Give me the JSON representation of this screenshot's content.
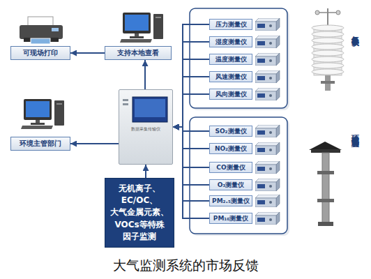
{
  "diagram": {
    "caption": "大气监测系统的市场反馈",
    "nodes": [
      {
        "text": [
          "可现场打印"
        ]
      },
      {
        "text": [
          "支持本地查看"
        ]
      },
      {
        "text": [
          "数据采集传输仪"
        ]
      },
      {
        "text": [
          "环境主管部门"
        ]
      },
      {
        "text": [
          "无机离子、 EC/OC、 大气金属元素、 VOCs等特殊 因子监测"
        ]
      },
      {
        "text": [
          "压力测量仪"
        ]
      },
      {
        "text": [
          "湿度测量仪"
        ]
      },
      {
        "text": [
          "温度测量仪"
        ]
      },
      {
        "text": [
          "风速测量仪"
        ]
      },
      {
        "text": [
          "风向测量仪"
        ]
      },
      {
        "text": [
          "SO₂测量仪"
        ]
      },
      {
        "text": [
          "NO₂测量仪"
        ]
      },
      {
        "text": [
          "CO测量仪"
        ]
      },
      {
        "text": [
          "O₃测量仪"
        ]
      },
      {
        "text": [
          "PM₂.₅测量仪"
        ]
      },
      {
        "text": [
          "PM₁₀测量仪"
        ]
      }
    ],
    "edges": [
      {
        "from": 1,
        "to": 0,
        "arrow": "to"
      },
      {
        "from": 2,
        "to": 1,
        "arrow": "to"
      },
      {
        "from": 2,
        "to": 3,
        "arrow": "to"
      },
      {
        "from": 4,
        "to": 2,
        "arrow": "to"
      },
      {
        "from": 5,
        "to": 2,
        "arrow": "to"
      },
      {
        "from": 6,
        "to": 2,
        "arrow": "to"
      },
      {
        "from": 7,
        "to": 2,
        "arrow": "to"
      },
      {
        "from": 8,
        "to": 2,
        "arrow": "to"
      },
      {
        "from": 9,
        "to": 2,
        "arrow": "to"
      },
      {
        "from": 10,
        "to": 2,
        "arrow": "to"
      },
      {
        "from": 11,
        "to": 2,
        "arrow": "to"
      },
      {
        "from": 12,
        "to": 2,
        "arrow": "to"
      },
      {
        "from": 13,
        "to": 2,
        "arrow": "to"
      },
      {
        "from": 14,
        "to": 2,
        "arrow": "to"
      },
      {
        "from": 15,
        "to": 2,
        "arrow": "to"
      }
    ],
    "labels": [
      "气象参数仪",
      "环境空气监测装置"
    ]
  }
}
